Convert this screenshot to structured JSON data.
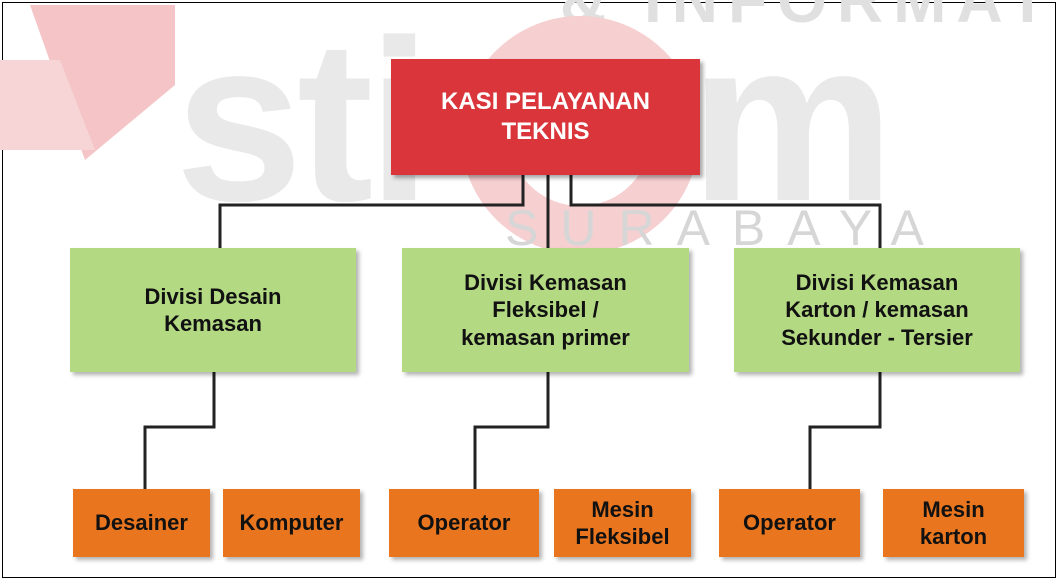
{
  "watermark": {
    "logo": "stikom",
    "top_text": "& INFORMATIKA",
    "bottom_text": "SURABAYA",
    "colors": {
      "red": "#e8333b",
      "gray": "#7a7a7a"
    }
  },
  "colors": {
    "root": "#d9353a",
    "division": "#b3d983",
    "unit": "#e9761f",
    "connector": "#222222"
  },
  "root": {
    "label": "KASI PELAYANAN\nTEKNIS"
  },
  "divisions": [
    {
      "label": "Divisi Desain\nKemasan",
      "units": [
        {
          "label": "Desainer"
        },
        {
          "label": "Komputer"
        }
      ]
    },
    {
      "label": "Divisi Kemasan\nFleksibel /\nkemasan primer",
      "units": [
        {
          "label": "Operator"
        },
        {
          "label": "Mesin\nFleksibel"
        }
      ]
    },
    {
      "label": "Divisi Kemasan\nKarton / kemasan\nSekunder - Tersier",
      "units": [
        {
          "label": "Operator"
        },
        {
          "label": "Mesin\nkarton"
        }
      ]
    }
  ]
}
